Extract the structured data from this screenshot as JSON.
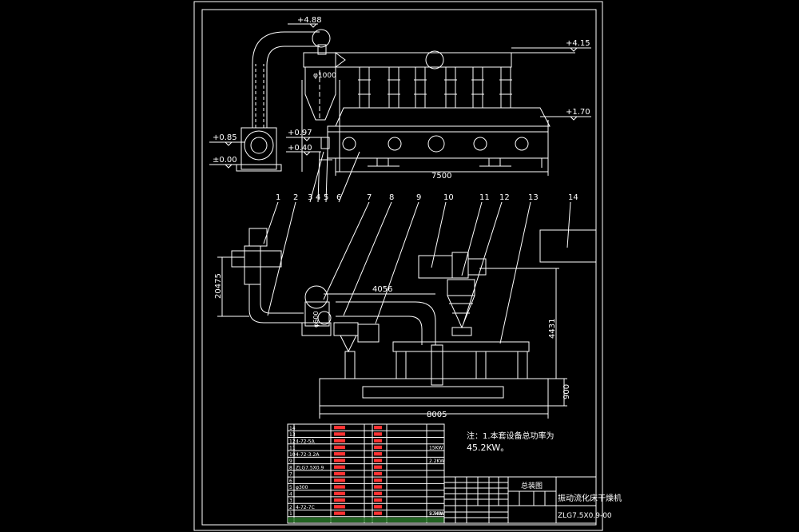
{
  "elevations": {
    "top_duct": "+4.88",
    "hood_top": "+4.15",
    "bed_top": "+1.70",
    "inlet": "+0.97",
    "fan_axis": "+0.85",
    "inlet_low": "+0.40",
    "ground": "±0.00"
  },
  "dims": {
    "diameter": "φ1000",
    "length_top": "7500",
    "plan_width": "8005",
    "plan_mid": "4056",
    "plan_left": "20475",
    "plan_right": "4431",
    "plan_height": "900",
    "plan_pipe": "φ600"
  },
  "callouts": [
    "1",
    "2",
    "3",
    "4",
    "5",
    "6",
    "7",
    "8",
    "9",
    "10",
    "11",
    "12",
    "13",
    "14"
  ],
  "note": {
    "line1": "注：1.本套设备总功率为",
    "line2": "45.2KW。"
  },
  "title_block": {
    "stamp": "总装图",
    "name": "振动流化床干燥机",
    "code": "ZLG7.5X0.9-00"
  },
  "parts_table": {
    "codes": [
      "14",
      "13",
      "12",
      "11",
      "10",
      "9",
      "8",
      "7",
      "6",
      "5",
      "4",
      "3",
      "2",
      "1"
    ],
    "specs": [
      "",
      "",
      "4-72-5A",
      "",
      "4-72-3.2A",
      "",
      "ZLG7.5X0.9",
      "",
      "",
      "φ300",
      "",
      "",
      "4-72-7C",
      ""
    ],
    "power": [
      "",
      "",
      "",
      "15KW",
      "",
      "2.2KW",
      "",
      "",
      "",
      "",
      "",
      "",
      "",
      "22KW"
    ],
    "extra": [
      "",
      "",
      "",
      "",
      "",
      "",
      "",
      "",
      "",
      "",
      "",
      "",
      "",
      "5.5KW"
    ]
  }
}
